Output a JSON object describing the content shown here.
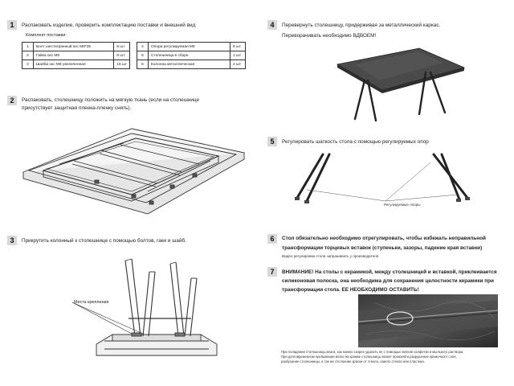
{
  "steps": [
    {
      "number": "1",
      "text": "Распаковать изделие, проверить комплектацию поставки и внешний вид"
    },
    {
      "number": "2",
      "line1": "Распаковать, столешницу положить на мягкую ткань (если на столешнице",
      "line2": "присутствует защитная пленка-пленку снять)."
    },
    {
      "number": "3",
      "text": "Прикрутить колонный к столешнице с помощью болтов, гаек и шайб."
    },
    {
      "number": "4",
      "line1": "Перевернуть столешницу, придерживая за металлический каркас.",
      "line2": "Переворачивать необходимо ВДВОЕМ!"
    },
    {
      "number": "5",
      "text": "Регулировать шаткость стола с помощью регулируемых опор"
    },
    {
      "number": "6",
      "line1": "Стол обязательно необходимо отрегулировать, чтобы избежать неправильной",
      "line2": "трансформации торцевых вставок (ступеньки, зазоры, падение края вставки)",
      "note": "Видео регулировки стола запрашивать у производителя"
    },
    {
      "number": "7",
      "prefix": "ВНИМАНИЕ!",
      "line1": " На столы с керамикой, между столешницей и вставкой, приклеивается",
      "line2": "силиконовая полоска, она необходима для сохранения целостности керамики при",
      "line3_plain": "трансформации стола. ",
      "line3_bold": "ЕЕ НЕОБХОДИМО ОСТАВИТЬ!"
    }
  ],
  "kit": {
    "title": "Комплект поставки:",
    "rows": [
      {
        "n": "1",
        "name": "Болт шестигранный окс М8*35",
        "qty": "8 шт",
        "n2": "4",
        "name2": "Опора регулируемая М8",
        "qty2": "8 шт"
      },
      {
        "n": "2",
        "name": "Гайка окс М8",
        "qty": "8 шт",
        "n2": "5",
        "name2": "Столешница в сборе",
        "qty2": "1 шт"
      },
      {
        "n": "3",
        "name": "Шайба окс М8 увеличенная",
        "qty": "16 шт",
        "n2": "6",
        "name2": "Колонна металлическая",
        "qty2": "2 шт"
      }
    ]
  },
  "labels": {
    "mount_places": "Места крепления",
    "adjustable_feet": "Регулируемые опоры"
  },
  "footnote": {
    "line1": "При попадании столешницы,влаги, как можно скорее удалить ее с помощью мягкой салфетки и мыльного раствора.",
    "line2": "При долговременном пребывании влаги на кромке столешницы может произойти разрушение кромочного слоя,",
    "line3": "разбухание столешницы, а так же отслоение краски от стекла, самого стекла или пластика."
  }
}
